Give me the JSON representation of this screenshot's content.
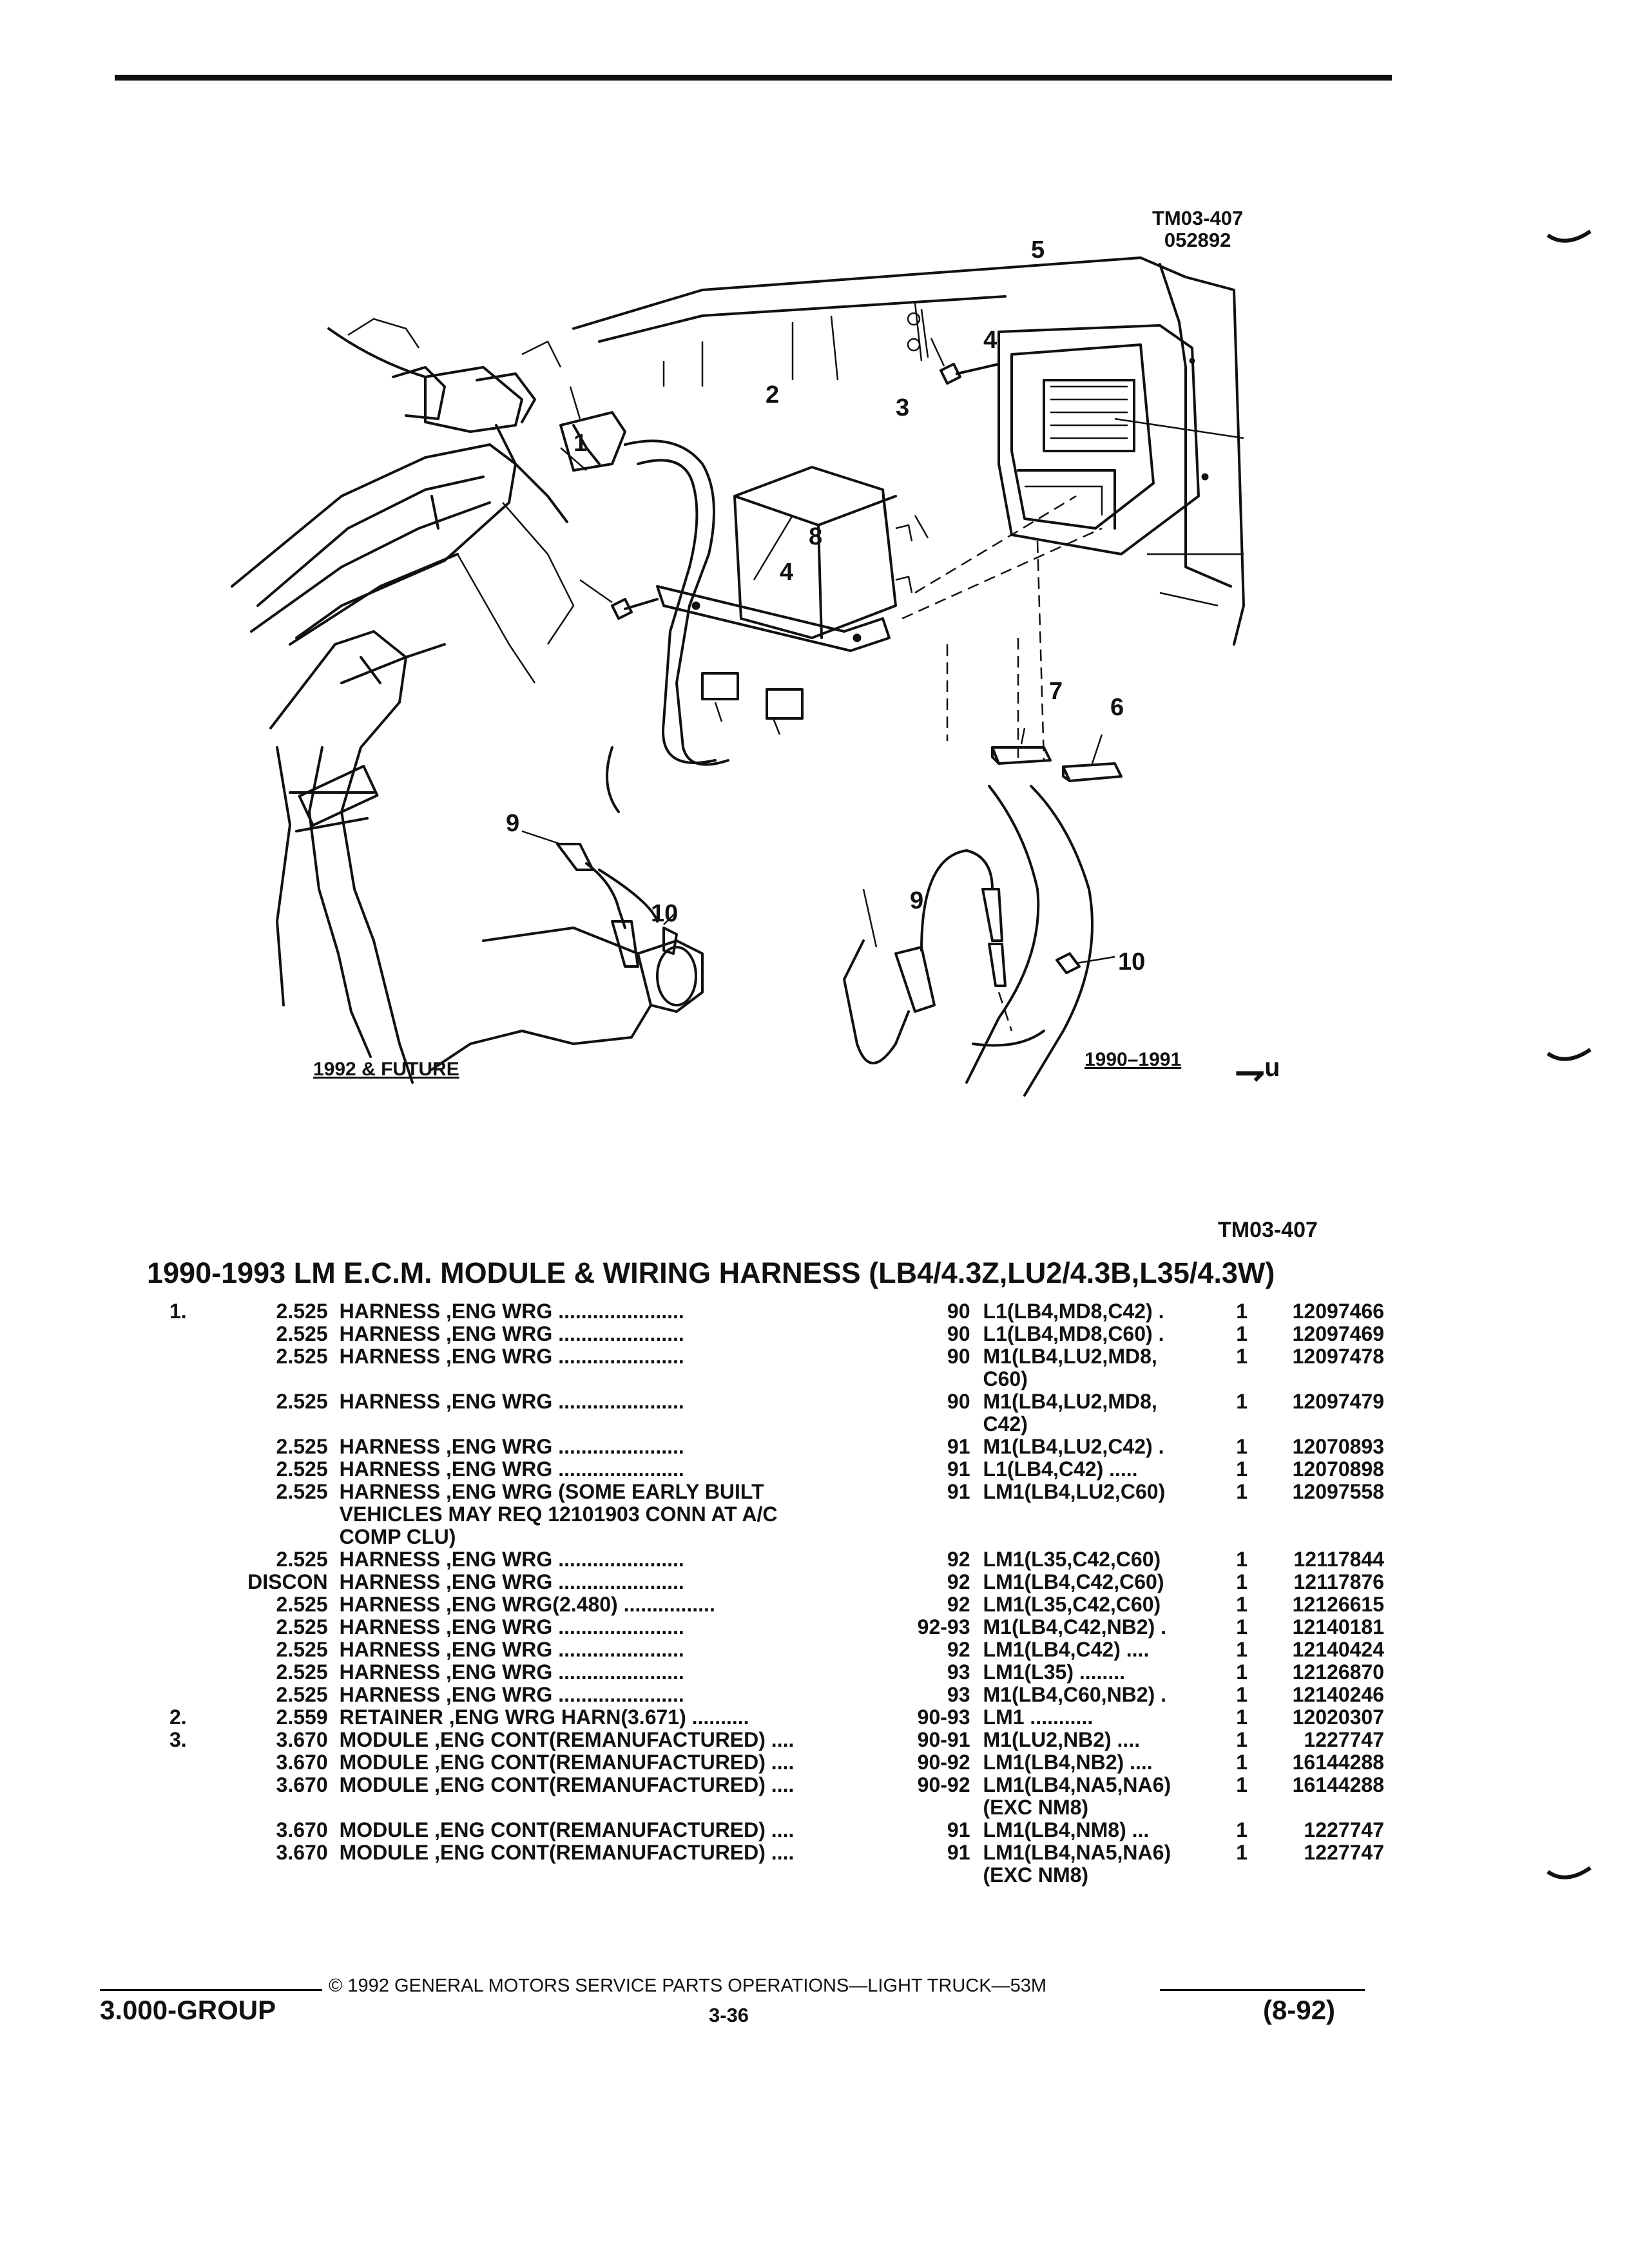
{
  "figure": {
    "code_line1": "TM03-407",
    "code_line2": "052892",
    "callouts": [
      "1",
      "2",
      "3",
      "4",
      "4",
      "5",
      "6",
      "7",
      "8",
      "9",
      "10",
      "9",
      "10"
    ],
    "caption_left": "1992 & FUTURE",
    "caption_right": "1990–1991",
    "logo_text": "⇁ᵘ"
  },
  "figure_ref": "TM03-407",
  "section_title": "1990-1993 LM E.C.M. MODULE & WIRING HARNESS (LB4/4.3Z,LU2/4.3B,L35/4.3W)",
  "parts": [
    {
      "key": "1.",
      "code": "2.525",
      "desc": [
        "HARNESS ,ENG WRG ......................"
      ],
      "year": "90",
      "app": [
        "L1(LB4,MD8,C42)  ."
      ],
      "qty": "1",
      "pn": "12097466"
    },
    {
      "key": "",
      "code": "2.525",
      "desc": [
        "HARNESS ,ENG WRG ......................"
      ],
      "year": "90",
      "app": [
        "L1(LB4,MD8,C60)  ."
      ],
      "qty": "1",
      "pn": "12097469"
    },
    {
      "key": "",
      "code": "2.525",
      "desc": [
        "HARNESS ,ENG WRG ......................"
      ],
      "year": "90",
      "app": [
        "M1(LB4,LU2,MD8,",
        "C60)"
      ],
      "qty": "1",
      "pn": "12097478"
    },
    {
      "key": "",
      "code": "2.525",
      "desc": [
        "HARNESS ,ENG WRG ......................"
      ],
      "year": "90",
      "app": [
        "M1(LB4,LU2,MD8,",
        "C42)"
      ],
      "qty": "1",
      "pn": "12097479"
    },
    {
      "key": "",
      "code": "2.525",
      "desc": [
        "HARNESS ,ENG WRG ......................"
      ],
      "year": "91",
      "app": [
        "M1(LB4,LU2,C42)  ."
      ],
      "qty": "1",
      "pn": "12070893"
    },
    {
      "key": "",
      "code": "2.525",
      "desc": [
        "HARNESS ,ENG WRG ......................"
      ],
      "year": "91",
      "app": [
        "L1(LB4,C42)  ....."
      ],
      "qty": "1",
      "pn": "12070898"
    },
    {
      "key": "",
      "code": "2.525",
      "desc": [
        "HARNESS ,ENG WRG (SOME EARLY BUILT",
        "VEHICLES MAY REQ 12101903 CONN AT A/C",
        "COMP CLU)"
      ],
      "year": "91",
      "app": [
        "LM1(LB4,LU2,C60)"
      ],
      "qty": "1",
      "pn": "12097558"
    },
    {
      "key": "",
      "code": "2.525",
      "desc": [
        "HARNESS ,ENG WRG ......................"
      ],
      "year": "92",
      "app": [
        "LM1(L35,C42,C60)"
      ],
      "qty": "1",
      "pn": "12117844"
    },
    {
      "key": "",
      "code": "DISCON",
      "desc": [
        "HARNESS ,ENG WRG ......................"
      ],
      "year": "92",
      "app": [
        "LM1(LB4,C42,C60)"
      ],
      "qty": "1",
      "pn": "12117876"
    },
    {
      "key": "",
      "code": "2.525",
      "desc": [
        "HARNESS ,ENG WRG(2.480) ................"
      ],
      "year": "92",
      "app": [
        "LM1(L35,C42,C60)"
      ],
      "qty": "1",
      "pn": "12126615"
    },
    {
      "key": "",
      "code": "2.525",
      "desc": [
        "HARNESS ,ENG WRG ......................"
      ],
      "year": "92-93",
      "app": [
        "M1(LB4,C42,NB2)  ."
      ],
      "qty": "1",
      "pn": "12140181"
    },
    {
      "key": "",
      "code": "2.525",
      "desc": [
        "HARNESS ,ENG WRG ......................"
      ],
      "year": "92",
      "app": [
        "LM1(LB4,C42)  ...."
      ],
      "qty": "1",
      "pn": "12140424"
    },
    {
      "key": "",
      "code": "2.525",
      "desc": [
        "HARNESS ,ENG WRG ......................"
      ],
      "year": "93",
      "app": [
        "LM1(L35)  ........"
      ],
      "qty": "1",
      "pn": "12126870"
    },
    {
      "key": "",
      "code": "2.525",
      "desc": [
        "HARNESS ,ENG WRG ......................"
      ],
      "year": "93",
      "app": [
        "M1(LB4,C60,NB2)  ."
      ],
      "qty": "1",
      "pn": "12140246"
    },
    {
      "key": "2.",
      "code": "2.559",
      "desc": [
        "RETAINER ,ENG WRG HARN(3.671) .........."
      ],
      "year": "90-93",
      "app": [
        "LM1  ..........."
      ],
      "qty": "1",
      "pn": "12020307"
    },
    {
      "key": "3.",
      "code": "3.670",
      "desc": [
        "MODULE ,ENG CONT(REMANUFACTURED)  ...."
      ],
      "year": "90-91",
      "app": [
        "M1(LU2,NB2)  ...."
      ],
      "qty": "1",
      "pn": "1227747"
    },
    {
      "key": "",
      "code": "3.670",
      "desc": [
        "MODULE ,ENG CONT(REMANUFACTURED)  ...."
      ],
      "year": "90-92",
      "app": [
        "LM1(LB4,NB2)  ...."
      ],
      "qty": "1",
      "pn": "16144288"
    },
    {
      "key": "",
      "code": "3.670",
      "desc": [
        "MODULE ,ENG CONT(REMANUFACTURED)  ...."
      ],
      "year": "90-92",
      "app": [
        "LM1(LB4,NA5,NA6)",
        "(EXC NM8)"
      ],
      "qty": "1",
      "pn": "16144288"
    },
    {
      "key": "",
      "code": "3.670",
      "desc": [
        "MODULE ,ENG CONT(REMANUFACTURED)  ...."
      ],
      "year": "91",
      "app": [
        "LM1(LB4,NM8)  ..."
      ],
      "qty": "1",
      "pn": "1227747"
    },
    {
      "key": "",
      "code": "3.670",
      "desc": [
        "MODULE ,ENG CONT(REMANUFACTURED)  ...."
      ],
      "year": "91",
      "app": [
        "LM1(LB4,NA5,NA6)",
        "(EXC NM8)"
      ],
      "qty": "1",
      "pn": "1227747"
    }
  ],
  "footer": {
    "copyright": "© 1992  GENERAL MOTORS SERVICE PARTS OPERATIONS—LIGHT TRUCK—53M",
    "group": "3.000-GROUP",
    "page": "3-36",
    "date": "(8-92)"
  }
}
